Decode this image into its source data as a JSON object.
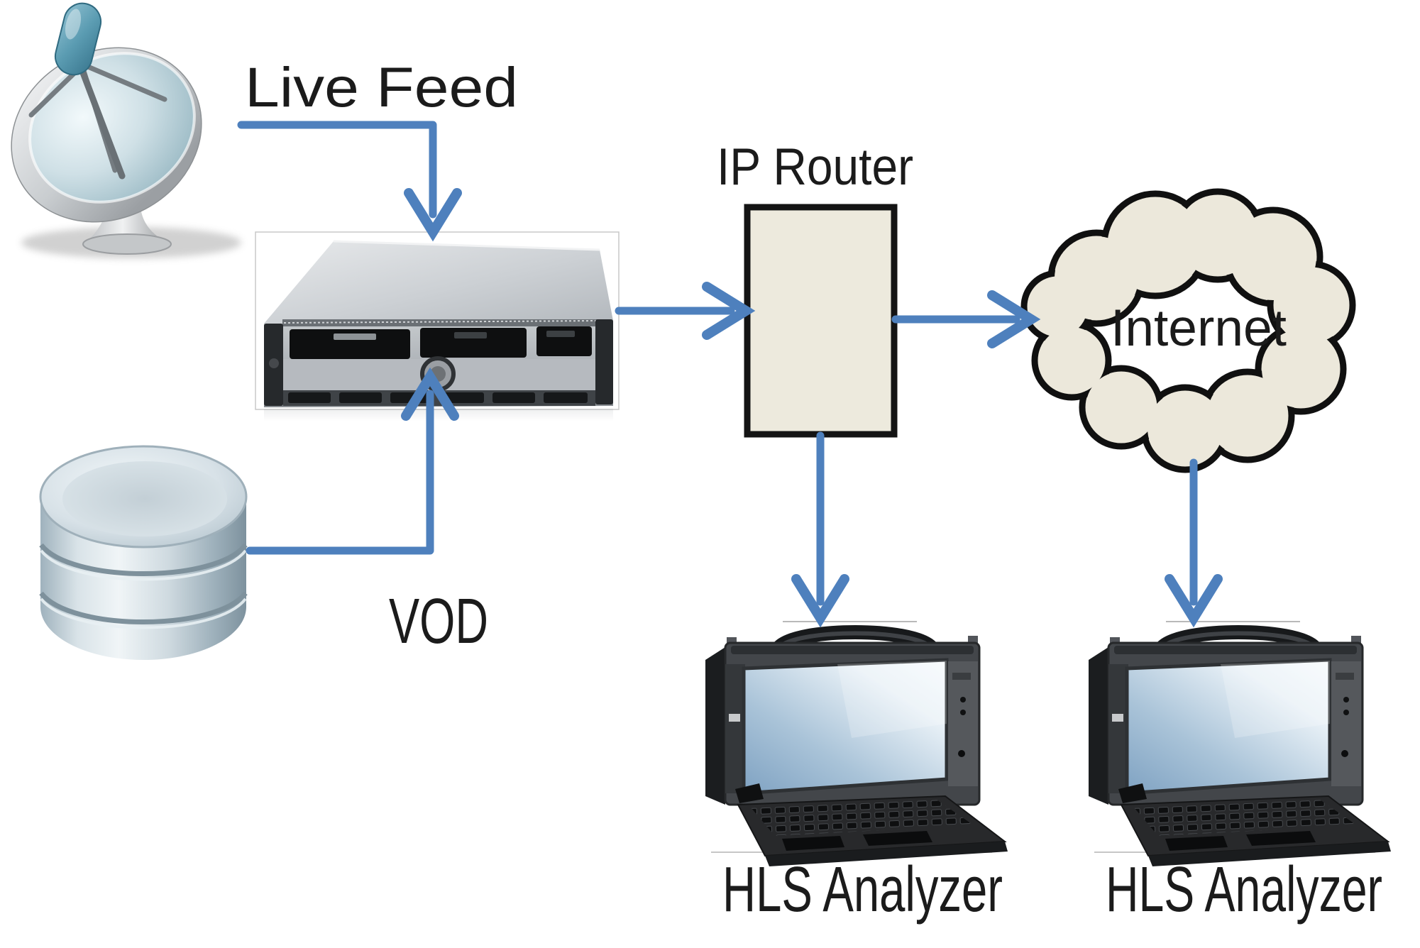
{
  "labels": {
    "live_feed": "Live Feed",
    "vod": "VOD",
    "ip_router": "IP Router",
    "internet": "Internet",
    "hls_analyzer_left": "HLS Analyzer",
    "hls_analyzer_right": "HLS Analyzer"
  },
  "colors": {
    "arrow_blue": "#4e80bd",
    "shape_fill_beige": "#ece8db",
    "outline_black": "#121212",
    "text_black": "#1b1b1b"
  },
  "nodes": [
    {
      "id": "satellite-dish",
      "kind": "image",
      "description": "satellite dish"
    },
    {
      "id": "media-server",
      "kind": "image",
      "description": "rack server"
    },
    {
      "id": "vod-database",
      "kind": "image",
      "description": "database cylinder"
    },
    {
      "id": "ip-router",
      "kind": "box",
      "label": "IP Router"
    },
    {
      "id": "internet",
      "kind": "cloud",
      "label": "Internet"
    },
    {
      "id": "hls-analyzer-1",
      "kind": "image",
      "label": "HLS Analyzer"
    },
    {
      "id": "hls-analyzer-2",
      "kind": "image",
      "label": "HLS Analyzer"
    }
  ],
  "edges": [
    {
      "from": "satellite-dish",
      "to": "media-server",
      "label": "Live Feed"
    },
    {
      "from": "vod-database",
      "to": "media-server",
      "label": "VOD"
    },
    {
      "from": "media-server",
      "to": "ip-router",
      "label": ""
    },
    {
      "from": "ip-router",
      "to": "internet",
      "label": ""
    },
    {
      "from": "ip-router",
      "to": "hls-analyzer-1",
      "label": ""
    },
    {
      "from": "internet",
      "to": "hls-analyzer-2",
      "label": ""
    }
  ]
}
